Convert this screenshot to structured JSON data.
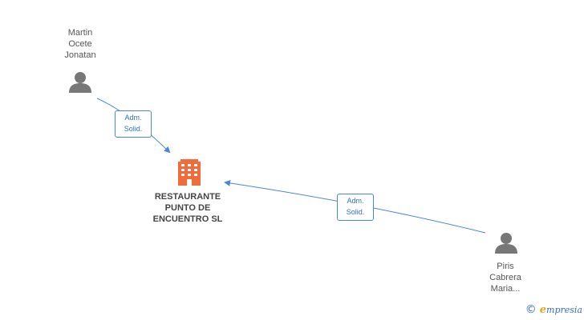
{
  "diagram": {
    "people": [
      {
        "id": "p1",
        "name_lines": [
          "Martin",
          "Ocete",
          "Jonatan"
        ]
      },
      {
        "id": "p2",
        "name_lines": [
          "Piris",
          "Cabrera",
          "Maria..."
        ]
      }
    ],
    "company": {
      "name_lines": [
        "RESTAURANTE",
        "PUNTO DE",
        "ENCUENTRO SL"
      ]
    },
    "relations": [
      {
        "from": "p1",
        "to": "company",
        "label_lines": [
          "Adm.",
          "Solid."
        ]
      },
      {
        "from": "p2",
        "to": "company",
        "label_lines": [
          "Adm.",
          "Solid."
        ]
      }
    ],
    "colors": {
      "person_icon": "#777777",
      "company_icon": "#f26b3a",
      "edge": "#4a86d8",
      "label_text": "#2f6fc9"
    }
  },
  "footer": {
    "copyright_symbol": "©",
    "brand_initial": "e",
    "brand_rest": "mpresia"
  }
}
